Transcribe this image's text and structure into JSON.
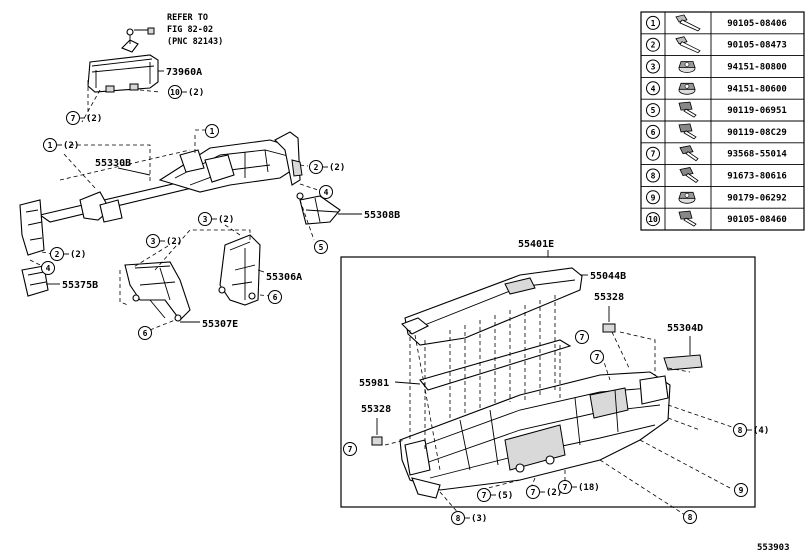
{
  "diagram_id": "553903",
  "refer_note": {
    "line1": "REFER TO",
    "line2": "FIG 82-02",
    "line3": "(PNC 82143)"
  },
  "part_labels": {
    "airbag": "73960A",
    "reinforcement": "55330B",
    "brace_right": "55308B",
    "bracket_left": "55375B",
    "brace_center": "55306A",
    "brace_lower": "55307E",
    "panel_assy": "55401E",
    "pad_upper": "55044B",
    "nut_upper": "55328",
    "cover": "55304D",
    "garnish": "55981",
    "nut_lower": "55328"
  },
  "callouts": {
    "c_airbag_7": {
      "num": "7",
      "qty": "(2)"
    },
    "c_airbag_10": {
      "num": "10",
      "qty": "(2)"
    },
    "c_top_1": {
      "num": "1",
      "qty": ""
    },
    "c_left_1": {
      "num": "1",
      "qty": "(2)"
    },
    "c_right_2": {
      "num": "2",
      "qty": "(2)"
    },
    "c_right_4": {
      "num": "4",
      "qty": ""
    },
    "c_right_5": {
      "num": "5",
      "qty": ""
    },
    "c_left_2": {
      "num": "2",
      "qty": "(2)"
    },
    "c_left_4": {
      "num": "4",
      "qty": ""
    },
    "c_mid_3a": {
      "num": "3",
      "qty": "(2)"
    },
    "c_mid_3b": {
      "num": "3",
      "qty": "(2)"
    },
    "c_mid_6a": {
      "num": "6",
      "qty": ""
    },
    "c_mid_6b": {
      "num": "6",
      "qty": ""
    },
    "c_panel_7a": {
      "num": "7",
      "qty": ""
    },
    "c_panel_7b": {
      "num": "7",
      "qty": ""
    },
    "c_panel_7c": {
      "num": "7",
      "qty": ""
    },
    "c_panel_8a": {
      "num": "8",
      "qty": "(4)"
    },
    "c_panel_9": {
      "num": "9",
      "qty": ""
    },
    "c_bot_7a": {
      "num": "7",
      "qty": "(5)"
    },
    "c_bot_7b": {
      "num": "7",
      "qty": "(2)"
    },
    "c_bot_7c": {
      "num": "7",
      "qty": "(18)"
    },
    "c_bot_8b": {
      "num": "8",
      "qty": "(3)"
    },
    "c_bot_8c": {
      "num": "8",
      "qty": ""
    }
  },
  "fastener_table": [
    {
      "num": "1",
      "part": "90105-08406",
      "icon": "long-bolt-icon"
    },
    {
      "num": "2",
      "part": "90105-08473",
      "icon": "long-bolt-icon"
    },
    {
      "num": "3",
      "part": "94151-80800",
      "icon": "flange-nut-icon"
    },
    {
      "num": "4",
      "part": "94151-80600",
      "icon": "flange-nut-icon"
    },
    {
      "num": "5",
      "part": "90119-06951",
      "icon": "bolt-icon"
    },
    {
      "num": "6",
      "part": "90119-08C29",
      "icon": "bolt-icon"
    },
    {
      "num": "7",
      "part": "93568-55014",
      "icon": "screw-icon"
    },
    {
      "num": "8",
      "part": "91673-80616",
      "icon": "screw-icon"
    },
    {
      "num": "9",
      "part": "90179-06292",
      "icon": "flange-nut-icon"
    },
    {
      "num": "10",
      "part": "90105-08460",
      "icon": "bolt-icon"
    }
  ]
}
